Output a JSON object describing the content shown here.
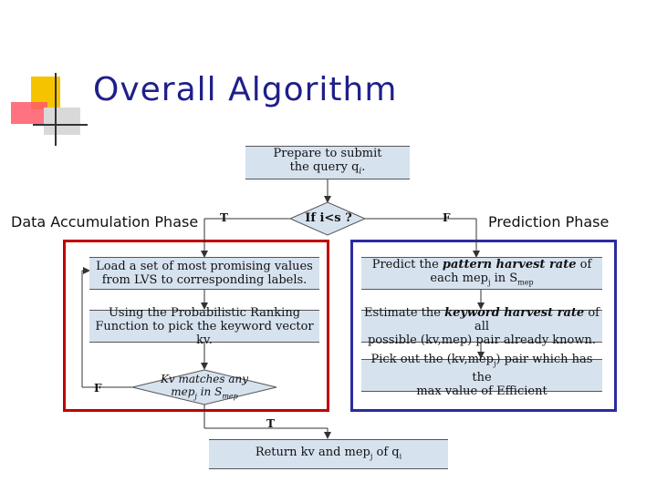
{
  "slide": {
    "title": "Overall Algorithm",
    "labels": {
      "left_phase": "Data Accumulation Phase",
      "right_phase": "Prediction Phase"
    },
    "colors": {
      "title": "#1f1f8a",
      "left_region": "#c00000",
      "right_region": "#2b2b9f",
      "box_fill": "#d7e2ef"
    }
  },
  "flowchart": {
    "start": {
      "line1": "Prepare to submit",
      "line2": "the query q",
      "line2_sub": "i",
      "line2_end": "."
    },
    "decision_top": {
      "text": "If i<s ?"
    },
    "branch_true": "T",
    "branch_false": "F",
    "left": {
      "step1_line1": "Load a set of most promising values",
      "step1_line2": "from LVS to corresponding labels.",
      "step2_line1": "Using the Probabilistic Ranking",
      "step2_line2": "Function to pick the keyword vector kv.",
      "decision_line1": "Kv matches any",
      "decision_line2": "mep",
      "decision_line2_sub": "j",
      "decision_line2_end": " in S",
      "decision_line2_sub2": "mep",
      "loop_flag": "F",
      "exit_flag": "T"
    },
    "right": {
      "step1_pre": "Predict the ",
      "step1_emph": "pattern harvest rate",
      "step1_post": " of",
      "step1_line2": "each mep",
      "step1_line2_sub": "j",
      "step1_line2_end": " in S",
      "step1_line2_sub2": "mep",
      "step2_pre": "Estimate the ",
      "step2_emph": "keyword harvest rate",
      "step2_post": " of all",
      "step2_line2": "possible (kv,mep) pair already known.",
      "step3_line1": "Pick out the (kv,mep",
      "step3_line1_sub": "j",
      "step3_line1_end": ") pair which has the",
      "step3_line2": "max value of Efficient"
    },
    "end": {
      "pre": "Return kv and mep",
      "sub": "j",
      "post": " of q",
      "sub2": "i"
    }
  }
}
